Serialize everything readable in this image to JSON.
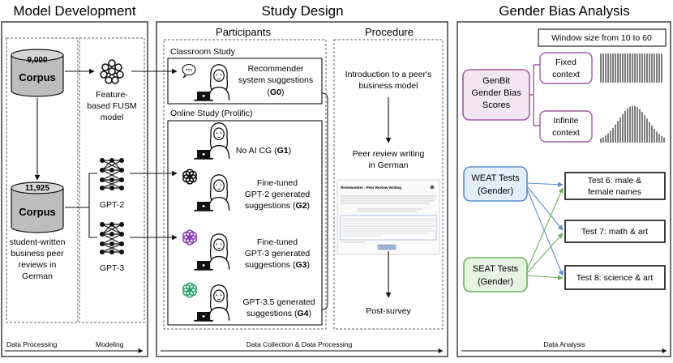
{
  "sections": {
    "model_development": "Model Development",
    "study_design": "Study Design",
    "gender_bias": "Gender Bias Analysis"
  },
  "model_dev": {
    "corpus1_count": "9,000",
    "corpus1_label": "Corpus",
    "corpus2_count": "11,925",
    "corpus2_label": "Corpus",
    "corpus2_desc": [
      "student-written",
      "business peer",
      "reviews in",
      "German"
    ],
    "fusm_label": [
      "Feature-",
      "based FUSM",
      "model"
    ],
    "gpt2_label": "GPT-2",
    "gpt3_label": "GPT-3",
    "footer_left": "Data Processing",
    "footer_right": "Modeling"
  },
  "study": {
    "participants_header": "Participants",
    "procedure_header": "Procedure",
    "classroom_title": "Classroom Study",
    "online_title": "Online Study (Prolific)",
    "g0": {
      "lines": [
        "Recommender",
        "system suggestions"
      ],
      "code": "G0"
    },
    "g1": {
      "prefix": "No AI CG",
      "code": "G1"
    },
    "g2": {
      "lines": [
        "Fine-tuned",
        "GPT-2 generated",
        "suggestions"
      ],
      "code": "G2"
    },
    "g3": {
      "lines": [
        "Fine-tuned",
        "GPT-3 generated",
        "suggestions"
      ],
      "code": "G3"
    },
    "g4": {
      "lines": [
        "GPT-3.5 generated",
        "suggestions"
      ],
      "code": "G4"
    },
    "proc_intro": [
      "Introduction to a peer's",
      "business model"
    ],
    "proc_review": [
      "Peer review writing",
      "in German"
    ],
    "proc_post": "Post-survey",
    "mock_title": "Reviewsetter - Peer Review Writing",
    "footer": "Data Collection & Data Processing"
  },
  "bias": {
    "window_label": "Window size from 10 to 60",
    "genbit": [
      "GenBit",
      "Gender Bias",
      "Scores"
    ],
    "fixed": [
      "Fixed",
      "context"
    ],
    "infinite": [
      "Infinite",
      "context"
    ],
    "weat": [
      "WEAT Tests",
      "(Gender)"
    ],
    "seat": [
      "SEAT Tests",
      "(Gender)"
    ],
    "test6": [
      "Test 6: male &",
      "female names"
    ],
    "test7": "Test 7: math & art",
    "test8": "Test 8: science & art",
    "footer": "Data Analysis"
  },
  "colors": {
    "corpus_fill": "#bdbdbd",
    "genbit_fill": "#f3e6f3",
    "genbit_stroke": "#a35aa3",
    "weat_fill": "#e4eef8",
    "weat_stroke": "#5a8fc9",
    "seat_fill": "#e6f3e2",
    "seat_stroke": "#6ab35a",
    "openai_purple": "#8e3bb8",
    "openai_green": "#2aa56a",
    "dashed": "#666666"
  }
}
